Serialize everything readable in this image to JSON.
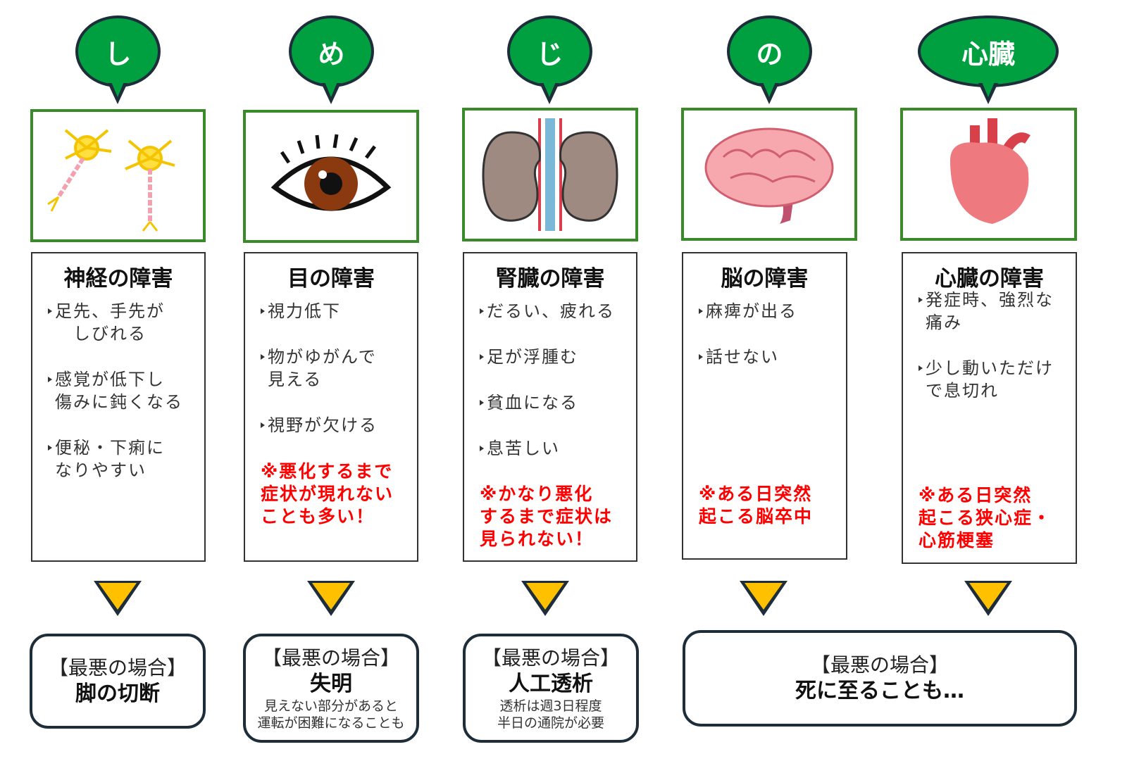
{
  "columns": [
    {
      "bubble": "し",
      "title": "神経の障害",
      "items": [
        "足先、手先が\n　しびれる",
        "感覚が低下し\n傷みに鈍くなる",
        "便秘・下痢に\nなりやすい"
      ],
      "note": "",
      "illustration": "neuron"
    },
    {
      "bubble": "め",
      "title": "目の障害",
      "items": [
        "視力低下",
        "物がゆがんで\n見える",
        "視野が欠ける"
      ],
      "note": "※悪化するまで\n症状が現れない\nことも多い！",
      "illustration": "eye"
    },
    {
      "bubble": "じ",
      "title": "腎臓の障害",
      "items": [
        "だるい、疲れる",
        "足が浮腫む",
        "貧血になる",
        "息苦しい"
      ],
      "note": "※かなり悪化\nするまで症状は\n見られない！",
      "illustration": "kidney"
    },
    {
      "bubble": "の",
      "title": "脳の障害",
      "items": [
        "麻痺が出る",
        "話せない"
      ],
      "note": "※ある日突然\n起こる脳卒中",
      "illustration": "brain"
    },
    {
      "bubble": "心臓",
      "title": "心臓の障害",
      "items": [
        "発症時、強烈な\n痛み",
        "少し動いただけ\nで息切れ"
      ],
      "note": "※ある日突然\n起こる狭心症・\n心筋梗塞",
      "illustration": "heart"
    }
  ],
  "results": [
    {
      "header": "【最悪の場合】",
      "main": "脚の切断",
      "sub": ""
    },
    {
      "header": "【最悪の場合】",
      "main": "失明",
      "sub": "見えない部分があると\n運転が困難になることも"
    },
    {
      "header": "【最悪の場合】",
      "main": "人工透析",
      "sub": "透析は週3日程度\n半日の通院が必要"
    },
    {
      "header": "【最悪の場合】",
      "main": "死に至ることも…",
      "sub": ""
    }
  ],
  "colors": {
    "bubble": "#00a040",
    "frame": "#3a8a2a",
    "arrow": "#ffc000",
    "warning": "#ff0000"
  }
}
